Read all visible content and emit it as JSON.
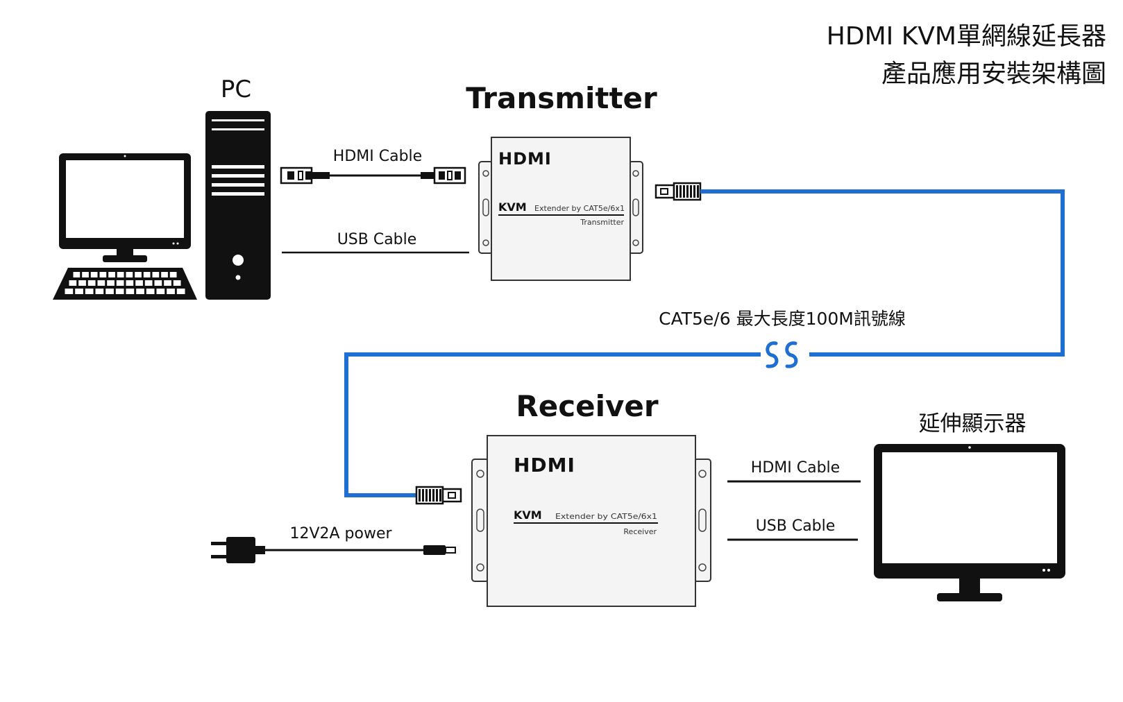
{
  "title": {
    "line1": "HDMI KVM單網線延長器",
    "line2": "產品應用安裝架構圖"
  },
  "pc": {
    "label": "PC"
  },
  "transmitter": {
    "title": "Transmitter",
    "logo": "HDMI",
    "kvm": "KVM",
    "extender_text": "Extender by CAT5e/6x1",
    "role": "Transmitter"
  },
  "receiver": {
    "title": "Receiver",
    "logo": "HDMI",
    "kvm": "KVM",
    "extender_text": "Extender by CAT5e/6x1",
    "role": "Receiver"
  },
  "extended_display": {
    "label": "延伸顯示器"
  },
  "cables": {
    "tx_hdmi": "HDMI Cable",
    "tx_usb": "USB Cable",
    "cat": "CAT5e/6 最大長度100M訊號線",
    "power": "12V2A power",
    "rx_hdmi": "HDMI Cable",
    "rx_usb": "USB Cable"
  },
  "colors": {
    "network_cable": "#1e6fd1",
    "outline": "#111111",
    "device_fill": "#f4f4f4"
  },
  "icons": {
    "monitor_pc": "monitor-icon",
    "tower": "pc-tower-icon",
    "keyboard": "keyboard-icon",
    "rj45": "rj45-connector-icon",
    "hdmi_plug": "hdmi-plug-icon",
    "power_plug": "power-plug-icon",
    "break": "cable-break-icon",
    "display": "extended-display-icon"
  }
}
